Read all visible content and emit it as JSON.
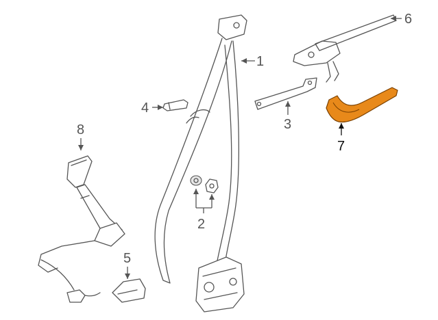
{
  "diagram": {
    "callouts": [
      {
        "id": "1",
        "label": "1"
      },
      {
        "id": "2",
        "label": "2"
      },
      {
        "id": "3",
        "label": "3"
      },
      {
        "id": "4",
        "label": "4"
      },
      {
        "id": "5",
        "label": "5"
      },
      {
        "id": "6",
        "label": "6"
      },
      {
        "id": "7",
        "label": "7"
      },
      {
        "id": "8",
        "label": "8"
      }
    ],
    "colors": {
      "line": "#555555",
      "highlight": "#e8891a",
      "highlight_outline": "#7a4000",
      "background": "#ffffff"
    },
    "highlighted_part": "7"
  }
}
